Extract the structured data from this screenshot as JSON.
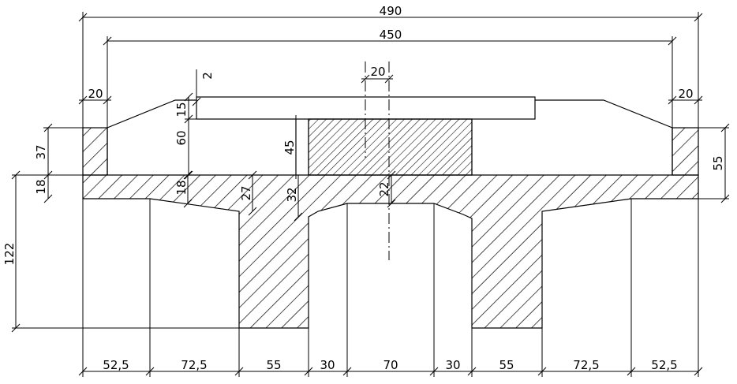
{
  "drawing": {
    "top_dims": {
      "overall_width": "490",
      "inner_width": "450",
      "left_edge": "20",
      "right_edge": "20",
      "slot_width": "20",
      "small_gap": "2"
    },
    "left_dims": {
      "top_slab": "15",
      "upper_height": "60",
      "kerb_height": "37",
      "slab_thickness": "18",
      "girder_depth": "122"
    },
    "inner_dims": {
      "block_height": "45",
      "slab_inner": "18",
      "haunch_a": "27",
      "haunch_b": "32",
      "center_thickness": "22"
    },
    "right_dims": {
      "right_height": "55"
    },
    "bottom_dims": [
      "52,5",
      "72,5",
      "55",
      "30",
      "70",
      "30",
      "55",
      "72,5",
      "52,5"
    ]
  }
}
